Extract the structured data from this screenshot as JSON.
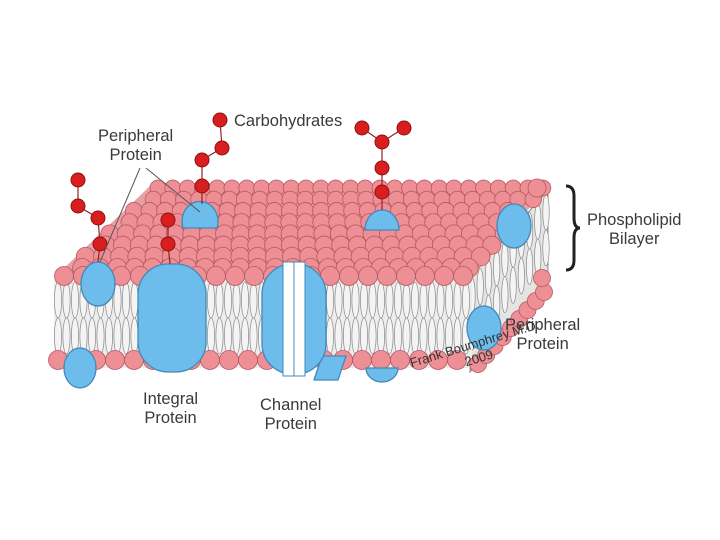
{
  "labels": {
    "peripheral_top": [
      "Peripheral",
      "Protein"
    ],
    "carbohydrates": "Carbohydrates",
    "bilayer": [
      "Phospholipid",
      "Bilayer"
    ],
    "peripheral_right": [
      "Peripheral",
      "Protein"
    ],
    "integral": [
      "Integral",
      "Protein"
    ],
    "channel": [
      "Channel",
      "Protein"
    ]
  },
  "signature": [
    "Frank Boumphrey M.D.",
    "2009"
  ],
  "colors": {
    "phospholipid_head": "#ee8f95",
    "head_outline": "#b55860",
    "protein": "#6cbcec",
    "protein_outline": "#4488b8",
    "carbohydrate": "#d81e1e",
    "tail": "#c9c9c9"
  }
}
